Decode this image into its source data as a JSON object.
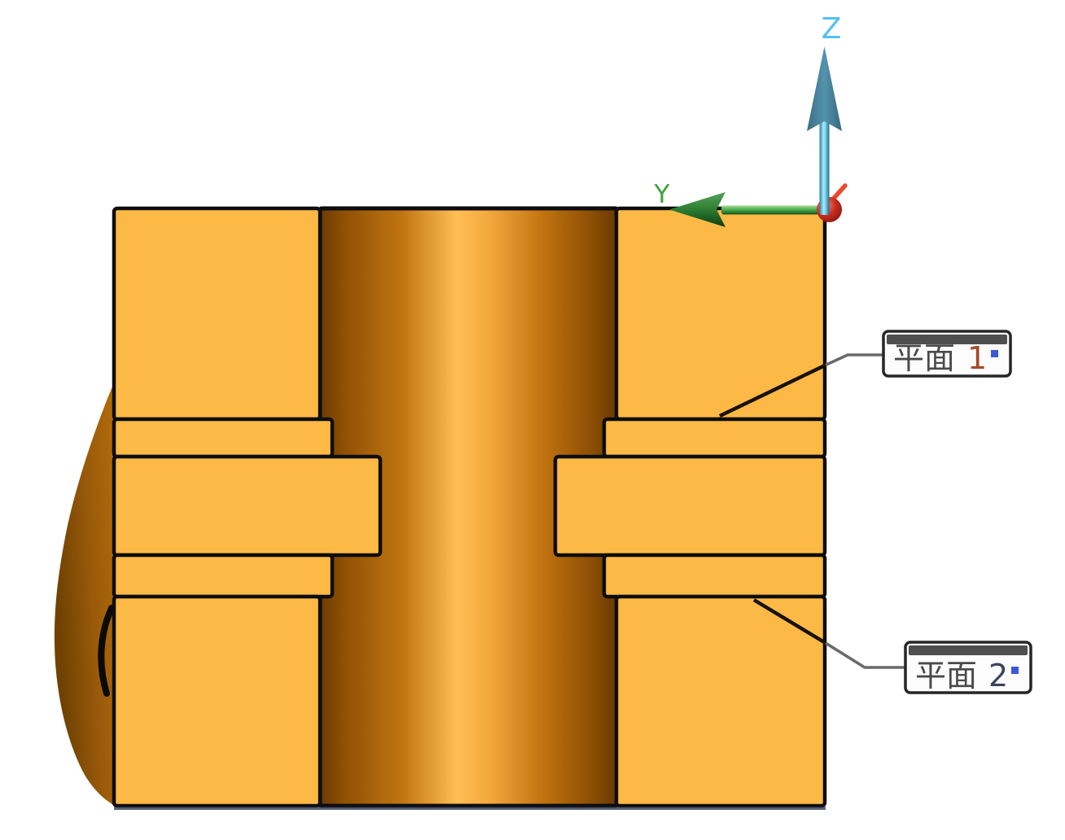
{
  "canvas": {
    "background": "#FFFFFF",
    "description": "CAD cross-section viewport of a cylindrical part with a central bore, a circumferential flange groove, coordinate triad and two plane callouts"
  },
  "triad": {
    "z": {
      "label": "Z",
      "label_color": "#53C1F0",
      "shaft_color": "#6FCDEB",
      "head_color": "#44809A"
    },
    "y": {
      "label": "Y",
      "label_color": "#3FA13F",
      "shaft_color": "#4CAF50",
      "head_color": "#2E7D32"
    },
    "origin": {
      "color": "#C62B1D",
      "x_stub_color": "#E84B2F"
    }
  },
  "part": {
    "face_color": "#FDB945",
    "edge_color": "#0D0D0D",
    "bore_gradient": [
      "#6B3B00",
      "#C27612",
      "#FFBE55",
      "#C27310",
      "#683900"
    ],
    "outer_surface_colors": [
      "#B46C09",
      "#6F4201"
    ],
    "bottom_shadow_color": "#25304A"
  },
  "callouts": [
    {
      "prefix": "平面 ",
      "number": "1",
      "full_text": "平面 1",
      "number_color": "#A3492A",
      "text_color": "#4A4A4A",
      "header_color": "#4E4E4E",
      "body_color": "#FCFCFC",
      "border_color": "#262626",
      "marker_color": "#3B5BD6",
      "leader_color": "#6A6A6A"
    },
    {
      "prefix": "平面 ",
      "number": "2",
      "full_text": "平面 2",
      "number_color": "#39455E",
      "text_color": "#4A4A4A",
      "header_color": "#4E4E4E",
      "body_color": "#FCFCFC",
      "border_color": "#262626",
      "marker_color": "#3B5BD6",
      "leader_color": "#6A6A6A"
    }
  ]
}
